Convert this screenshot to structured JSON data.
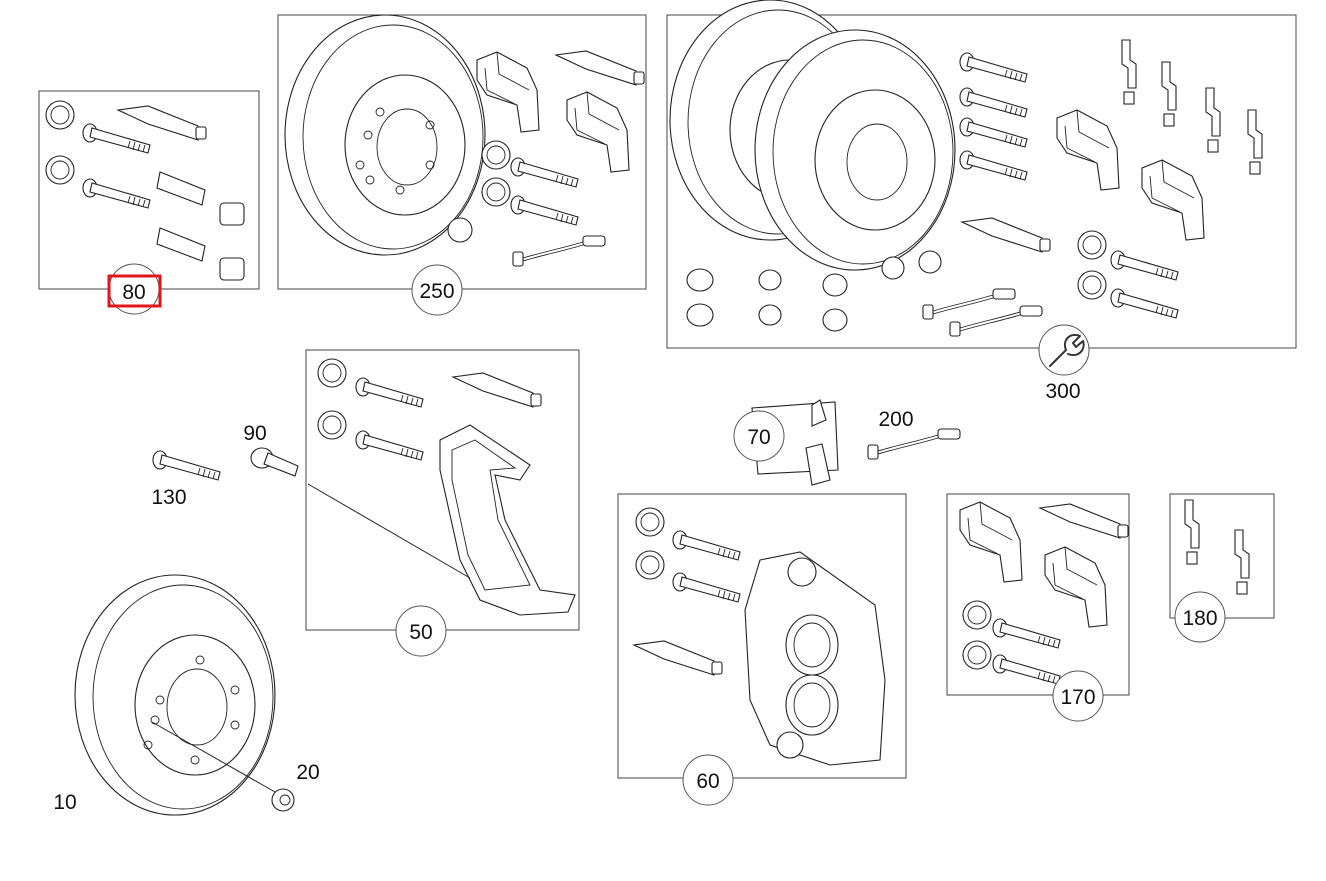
{
  "diagram": {
    "callouts": {
      "c10": "10",
      "c20": "20",
      "c50": "50",
      "c60": "60",
      "c70": "70",
      "c80": "80",
      "c90": "90",
      "c130": "130",
      "c170": "170",
      "c180": "180",
      "c200": "200",
      "c250": "250",
      "c300": "300"
    },
    "selected_callout": "80",
    "highlight_color": "#e0141b",
    "icons": {
      "tool_icon": "wrench-icon"
    }
  }
}
